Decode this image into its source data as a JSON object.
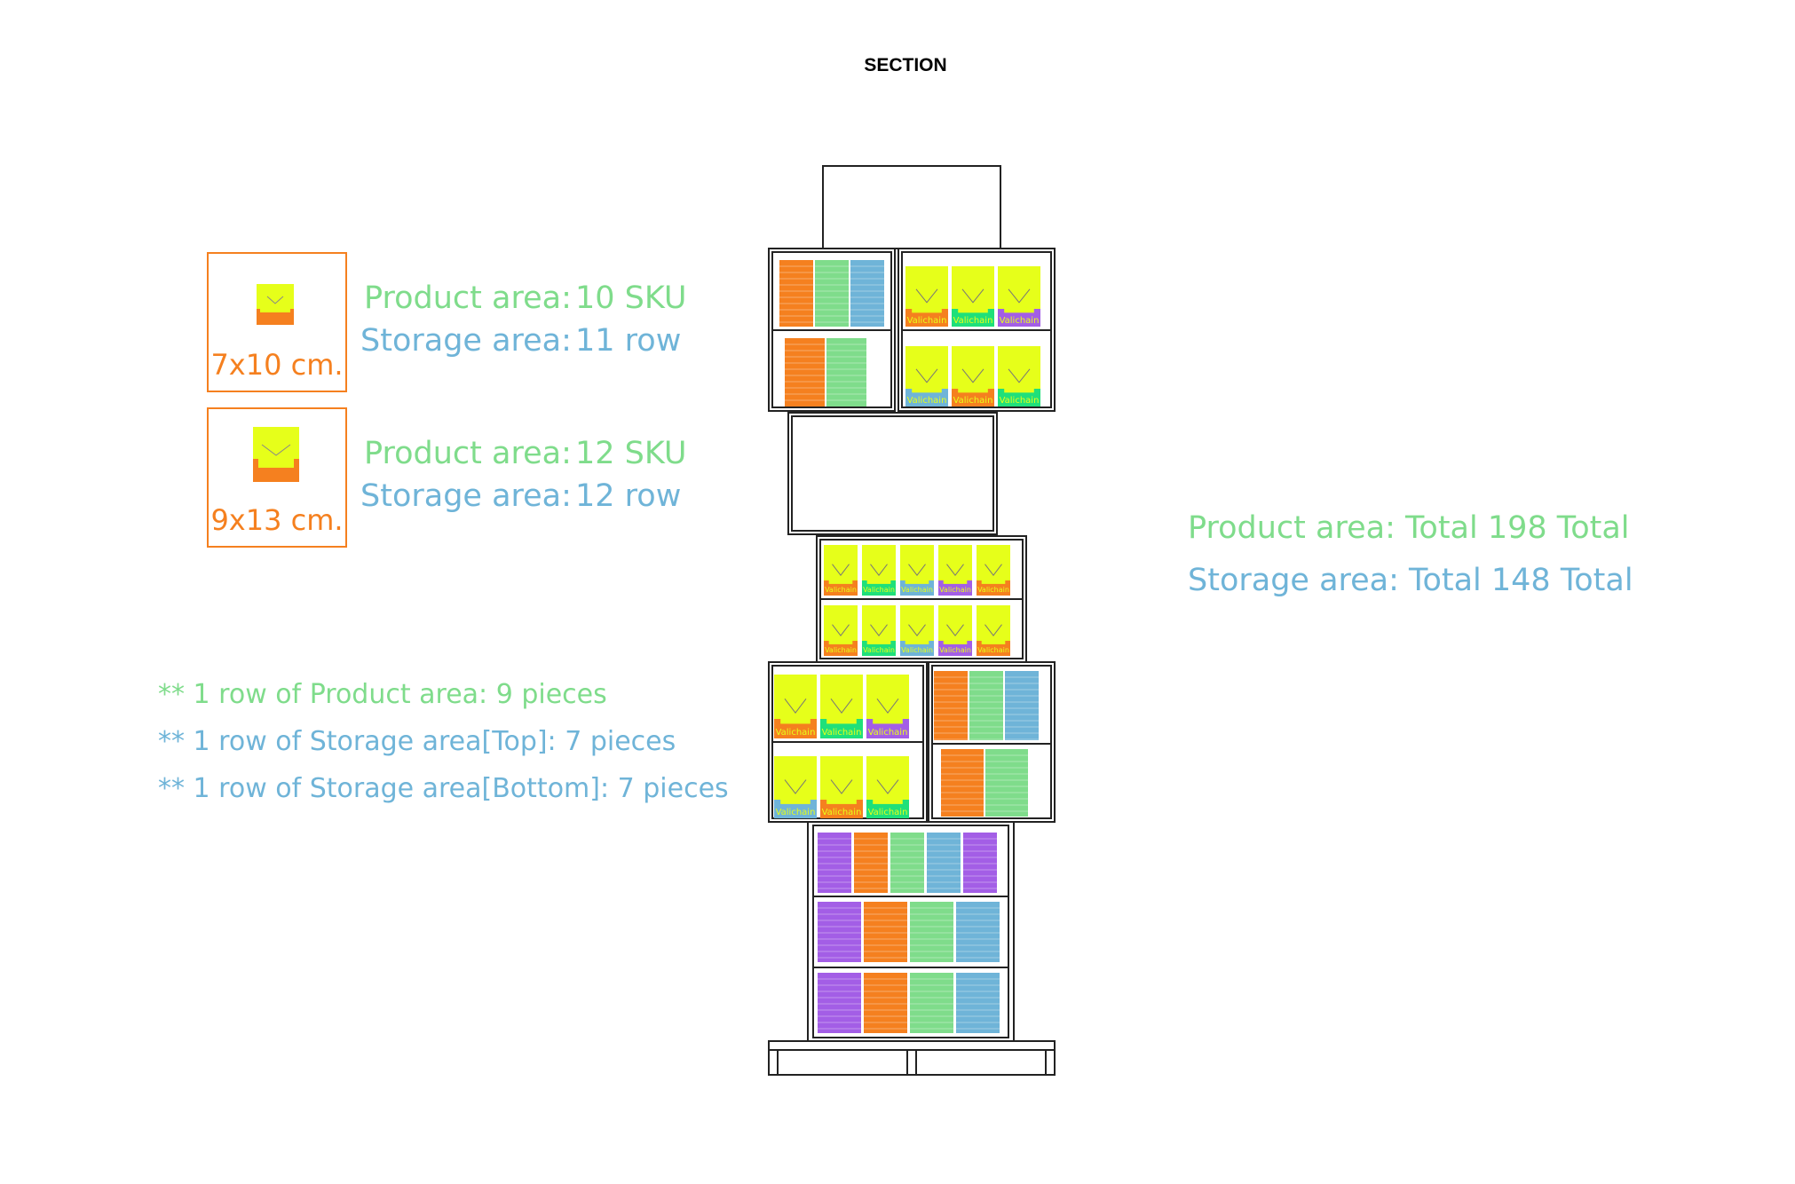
{
  "title": "SECTION",
  "samples": [
    {
      "size": "7x10 cm.",
      "product_label": "Product area:",
      "product_value": "10 SKU",
      "storage_label": "Storage area:",
      "storage_value": "11 row"
    },
    {
      "size": "9x13 cm.",
      "product_label": "Product area:",
      "product_value": "12 SKU",
      "storage_label": "Storage area:",
      "storage_value": "12 row"
    }
  ],
  "notes": [
    "** 1 row of Product area: 9 pieces",
    "** 1 row of Storage area[Top]: 7 pieces",
    "** 1 row of Storage area[Bottom]: 7 pieces"
  ],
  "totals": {
    "product": "Product area: Total 198 Total",
    "storage": "Storage area: Total 148 Total"
  },
  "brand_label": "Valichain",
  "colors": {
    "orange": "#f5801f",
    "green": "#7fdc8b",
    "blue": "#6fb4d8",
    "purple": "#a35ee6",
    "yellow": "#e6ff1a",
    "teal": "#1fe07a"
  }
}
